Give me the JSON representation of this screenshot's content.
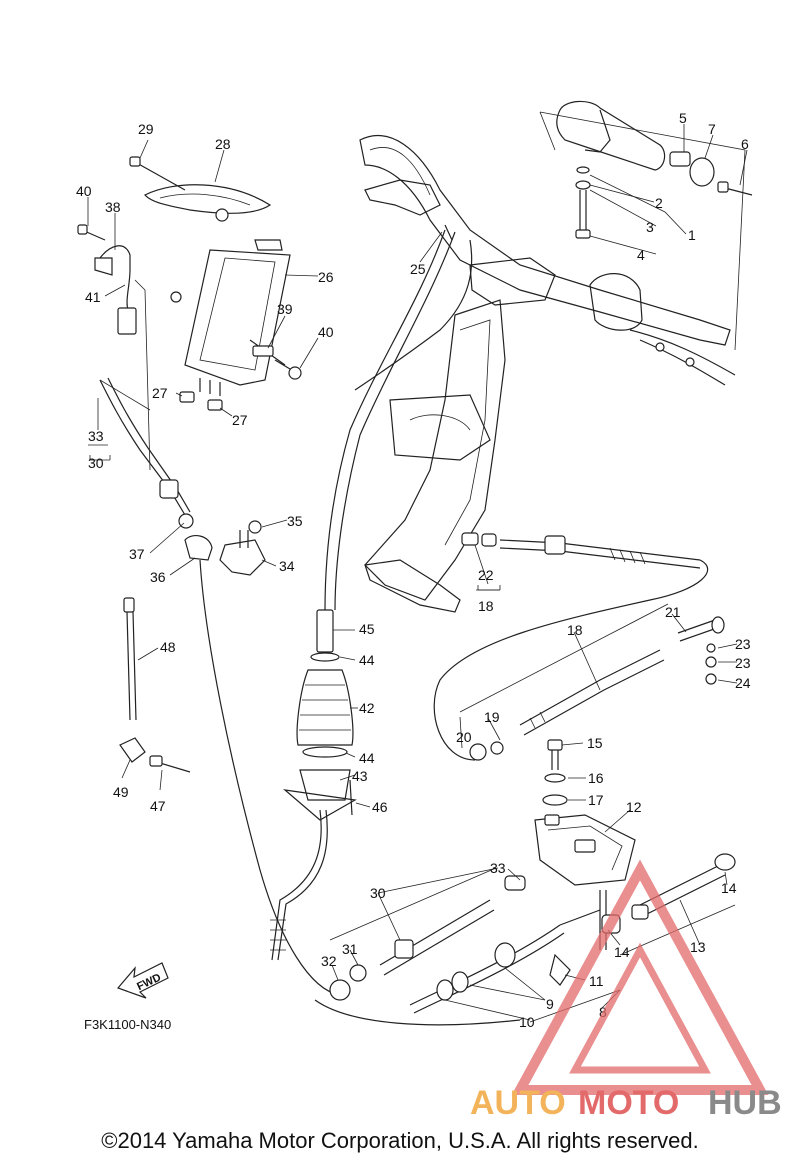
{
  "diagram_code": "F3K1100-N340",
  "fwd_label": "FWD",
  "copyright": "©2014 Yamaha Motor Corporation, U.S.A. All rights reserved.",
  "watermark": {
    "auto": "AUTO",
    "moto": "MOTO",
    "hub": "HUB"
  },
  "colors": {
    "watermark_red": "#e36a6a",
    "watermark_orange": "#f3b35a",
    "watermark_gray": "#8a8a8a"
  },
  "callouts": [
    {
      "id": "c29",
      "text": "29"
    },
    {
      "id": "c28",
      "text": "28"
    },
    {
      "id": "c40a",
      "text": "40"
    },
    {
      "id": "c38",
      "text": "38"
    },
    {
      "id": "c41",
      "text": "41"
    },
    {
      "id": "c26",
      "text": "26"
    },
    {
      "id": "c39",
      "text": "39"
    },
    {
      "id": "c40b",
      "text": "40"
    },
    {
      "id": "c27a",
      "text": "27"
    },
    {
      "id": "c27b",
      "text": "27"
    },
    {
      "id": "c33a",
      "text": "33"
    },
    {
      "id": "c30a",
      "text": "30"
    },
    {
      "id": "c25",
      "text": "25"
    },
    {
      "id": "c5",
      "text": "5"
    },
    {
      "id": "c7",
      "text": "7"
    },
    {
      "id": "c6",
      "text": "6"
    },
    {
      "id": "c2",
      "text": "2"
    },
    {
      "id": "c3",
      "text": "3"
    },
    {
      "id": "c1",
      "text": "1"
    },
    {
      "id": "c4",
      "text": "4"
    },
    {
      "id": "c35",
      "text": "35"
    },
    {
      "id": "c37",
      "text": "37"
    },
    {
      "id": "c34",
      "text": "34"
    },
    {
      "id": "c36",
      "text": "36"
    },
    {
      "id": "c22",
      "text": "22"
    },
    {
      "id": "c18a",
      "text": "18"
    },
    {
      "id": "c21",
      "text": "21"
    },
    {
      "id": "c18b",
      "text": "18"
    },
    {
      "id": "c23a",
      "text": "23"
    },
    {
      "id": "c23b",
      "text": "23"
    },
    {
      "id": "c24",
      "text": "24"
    },
    {
      "id": "c48",
      "text": "48"
    },
    {
      "id": "c45",
      "text": "45"
    },
    {
      "id": "c44a",
      "text": "44"
    },
    {
      "id": "c42",
      "text": "42"
    },
    {
      "id": "c19",
      "text": "19"
    },
    {
      "id": "c20",
      "text": "20"
    },
    {
      "id": "c15",
      "text": "15"
    },
    {
      "id": "c44b",
      "text": "44"
    },
    {
      "id": "c43",
      "text": "43"
    },
    {
      "id": "c49",
      "text": "49"
    },
    {
      "id": "c47",
      "text": "47"
    },
    {
      "id": "c16",
      "text": "16"
    },
    {
      "id": "c17",
      "text": "17"
    },
    {
      "id": "c46",
      "text": "46"
    },
    {
      "id": "c12",
      "text": "12"
    },
    {
      "id": "c33b",
      "text": "33"
    },
    {
      "id": "c30b",
      "text": "30"
    },
    {
      "id": "c14a",
      "text": "14"
    },
    {
      "id": "c31",
      "text": "31"
    },
    {
      "id": "c32",
      "text": "32"
    },
    {
      "id": "c13",
      "text": "13"
    },
    {
      "id": "c14b",
      "text": "14"
    },
    {
      "id": "c11",
      "text": "11"
    },
    {
      "id": "c9",
      "text": "9"
    },
    {
      "id": "c8",
      "text": "8"
    },
    {
      "id": "c10",
      "text": "10"
    }
  ]
}
